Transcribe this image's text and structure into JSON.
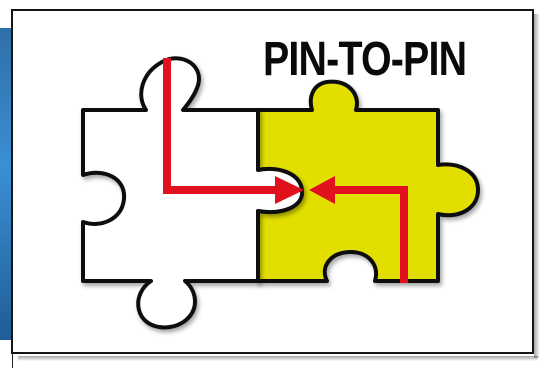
{
  "title": "PIN-TO-PIN",
  "colors": {
    "left_piece": "#ffffff",
    "right_piece": "#e2df00",
    "arrow": "#e0101d",
    "outline": "#111111",
    "side_strip": "#3b8fd4"
  },
  "pieces": [
    {
      "name": "left-puzzle-piece",
      "fill": "white"
    },
    {
      "name": "right-puzzle-piece",
      "fill": "yellow"
    }
  ],
  "arrows": [
    {
      "name": "left-red-arrow",
      "direction": "down-then-right"
    },
    {
      "name": "right-red-arrow",
      "direction": "up-then-left"
    }
  ]
}
